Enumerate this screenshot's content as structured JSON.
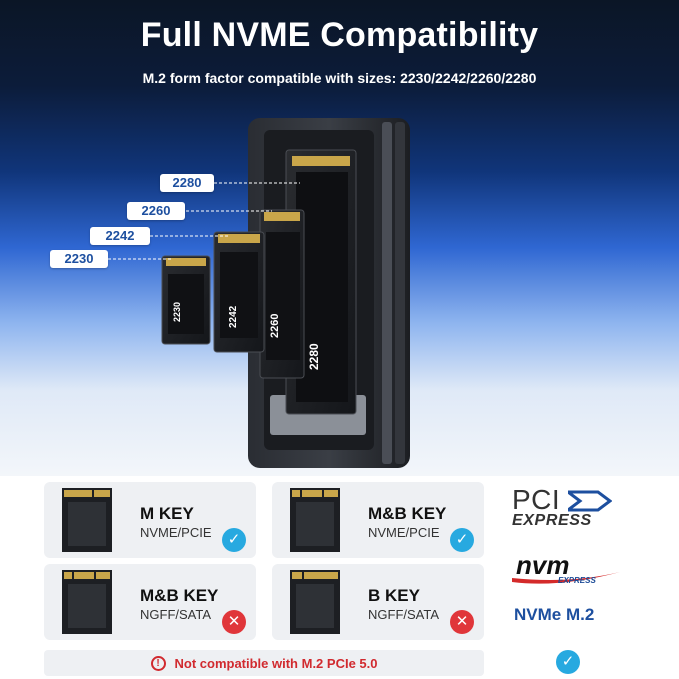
{
  "hero": {
    "title": "Full NVME Compatibility",
    "subtitle": "M.2 form factor compatible with sizes: 2230/2242/2260/2280",
    "sizes": [
      {
        "label": "2280"
      },
      {
        "label": "2260"
      },
      {
        "label": "2242"
      },
      {
        "label": "2230"
      }
    ]
  },
  "keys": [
    {
      "title": "M KEY",
      "subtitle": "NVME/PCIE",
      "status": "compatible",
      "status_glyph": "✓"
    },
    {
      "title": "M&B KEY",
      "subtitle": "NVME/PCIE",
      "status": "compatible",
      "status_glyph": "✓"
    },
    {
      "title": "M&B KEY",
      "subtitle": "NGFF/SATA",
      "status": "incompatible",
      "status_glyph": "✕"
    },
    {
      "title": "B KEY",
      "subtitle": "NGFF/SATA",
      "status": "incompatible",
      "status_glyph": "✕"
    }
  ],
  "notice": {
    "icon": "!",
    "text": "Not compatible with M.2 PCIe 5.0"
  },
  "logos": {
    "pci_text": "PCI",
    "pci_express": "EXPRESS",
    "nvm_text": "nvm",
    "nvm_express": "EXPRESS",
    "nvme_m2": "NVMe M.2",
    "check_glyph": "✓"
  },
  "colors": {
    "accent_blue": "#27a9e0",
    "error_red": "#e0363a",
    "label_blue": "#1d4f9f"
  }
}
